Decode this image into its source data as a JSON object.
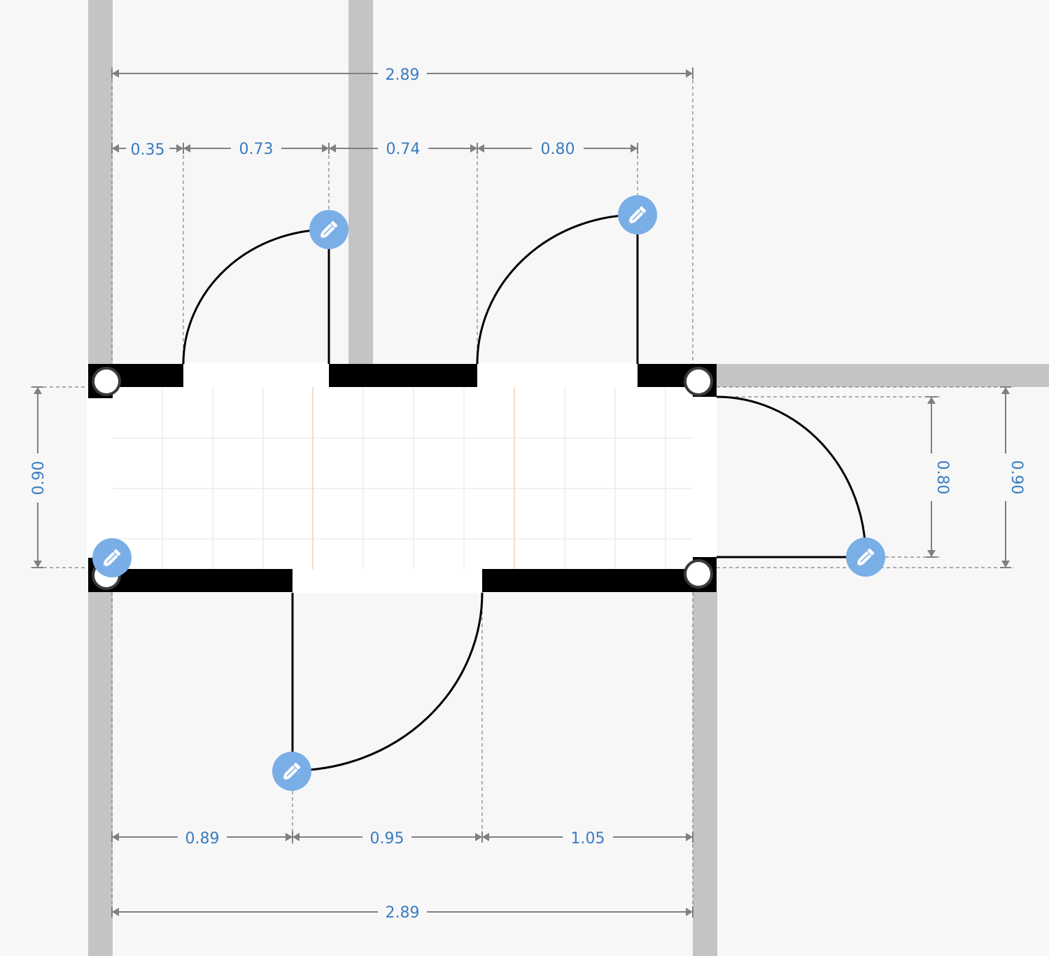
{
  "dimensions": {
    "top_total": "2.89",
    "top_seg_1": "0.35",
    "top_seg_2": "0.73",
    "top_seg_3": "0.74",
    "top_seg_4": "0.80",
    "left_height": "0.90",
    "right_door_width": "0.80",
    "right_height": "0.90",
    "bottom_seg_1": "0.89",
    "bottom_seg_2": "0.95",
    "bottom_seg_3": "1.05",
    "bottom_total": "2.89"
  },
  "icons": {
    "edit": "pencil-icon",
    "wall_handle": "circle-handle"
  },
  "colors": {
    "background": "#f7f7f7",
    "wall": "#000000",
    "adjacent_wall": "#c4c4c4",
    "dimension_text": "#3a7cc2",
    "edit_button": "#7aaee6"
  }
}
